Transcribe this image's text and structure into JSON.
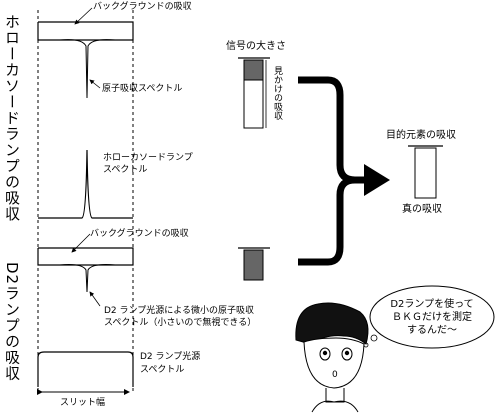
{
  "side_labels": {
    "hollow_cathode": "ホローカソードランプの吸収",
    "d2": "D2ランプの吸収"
  },
  "labels": {
    "background_absorption_top": "バックグラウンドの吸収",
    "atomic_absorption_spectrum": "原子吸収スペクトル",
    "hollow_cathode_spectrum_1": "ホローカソードランプ",
    "hollow_cathode_spectrum_2": "スペクトル",
    "signal_size": "信号の大きさ",
    "apparent_absorption": "見かけの吸収",
    "target_element_absorption": "目的元素の吸収",
    "true_absorption": "真の吸収",
    "background_absorption_mid": "バックグラウンドの吸収",
    "d2_small_atomic_1": "D2 ランプ光源による微小の原子吸収",
    "d2_small_atomic_2": "スペクトル（小さいので無視できる）",
    "d2_source_spectrum_1": "D2 ランプ光源",
    "d2_source_spectrum_2": "スペクトル",
    "slit_width": "スリット幅"
  },
  "speech_bubble": {
    "line1": "D2ランプを使って",
    "line2": "ＢＫＧだけを測定",
    "line3": "するんだ〜"
  },
  "character_mouth": "0"
}
